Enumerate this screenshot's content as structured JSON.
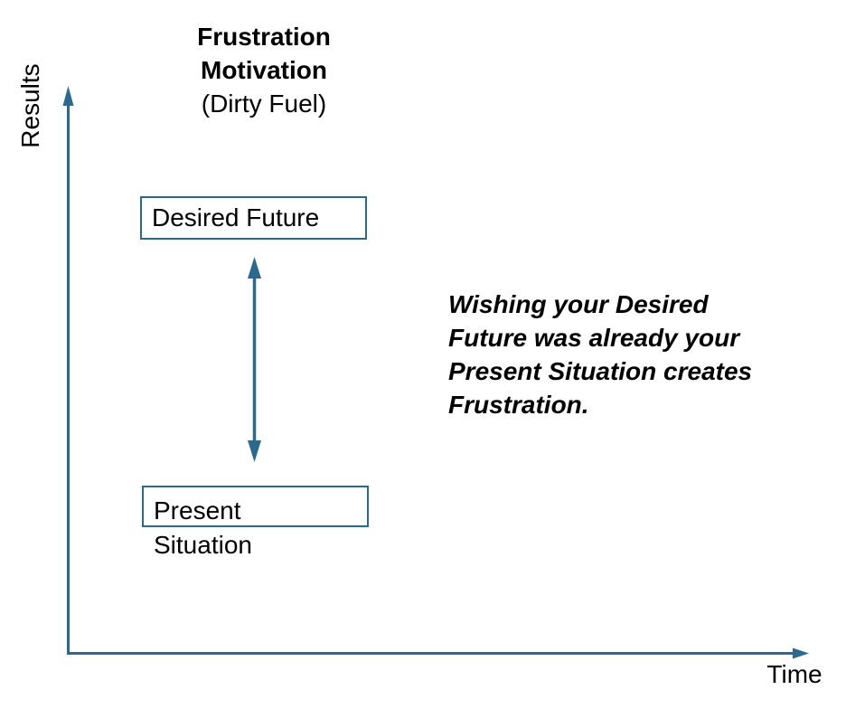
{
  "title": {
    "bold": "Frustration\nMotivation",
    "sub": "(Dirty Fuel)"
  },
  "axes": {
    "y_label": "Results",
    "x_label": "Time"
  },
  "boxes": {
    "desired_future": "Desired Future",
    "present_situation": "Present\nSituation"
  },
  "annotation": "Wishing your Desired\nFuture was already your\nPresent Situation creates\nFrustration.",
  "colors": {
    "axis": "#2A6A8F",
    "box_border": "#2A6A8F",
    "text": "#000000",
    "background": "#FFFFFF"
  }
}
